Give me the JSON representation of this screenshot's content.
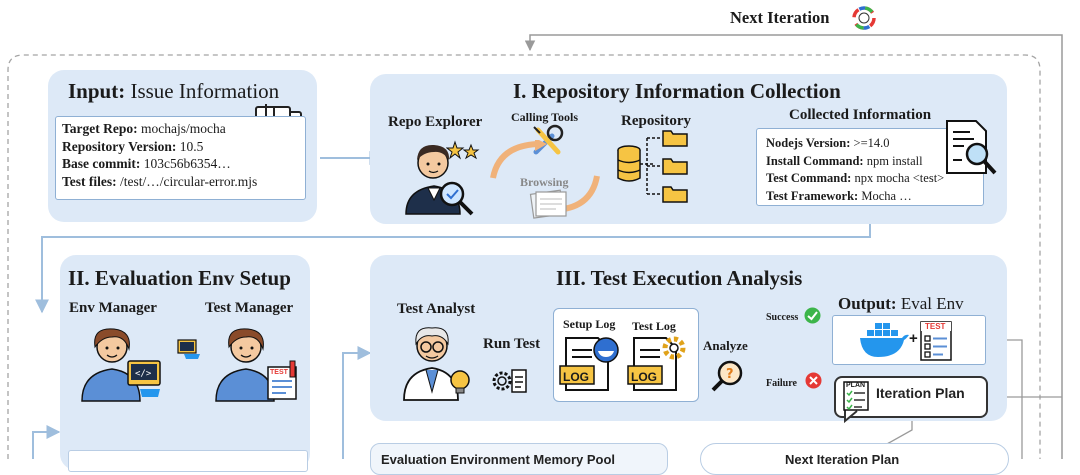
{
  "next_iteration": "Next Iteration",
  "input": {
    "title_bold": "Input:",
    "title_rest": "Issue Information",
    "rows": [
      {
        "key": "Target Repo:",
        "val": "mochajs/mocha"
      },
      {
        "key": "Repository Version:",
        "val": "10.5"
      },
      {
        "key": "Base commit:",
        "val": "103c56b6354…"
      },
      {
        "key": "Test files:",
        "val": "/test/…/circular-error.mjs"
      }
    ]
  },
  "stage1": {
    "title": "I. Repository Information Collection",
    "repo_explorer": "Repo Explorer",
    "calling_tools": "Calling Tools",
    "browsing": "Browsing",
    "repository": "Repository",
    "collected_title": "Collected Information",
    "collected_rows": [
      {
        "key": "Nodejs Version:",
        "val": ">=14.0"
      },
      {
        "key": "Install Command:",
        "val": "npm install"
      },
      {
        "key": "Test Command:",
        "val": "npx mocha <test>"
      },
      {
        "key": "Test Framework:",
        "val": "Mocha …"
      }
    ]
  },
  "stage2": {
    "title": "II. Evaluation Env Setup",
    "env_manager": "Env Manager",
    "test_manager": "Test Manager",
    "test_tag": "TEST"
  },
  "stage3": {
    "title": "III. Test Execution Analysis",
    "test_analyst": "Test Analyst",
    "run_test": "Run Test",
    "setup_log": "Setup Log",
    "test_log": "Test Log",
    "log_tag": "LOG",
    "analyze": "Analyze",
    "success": "Success",
    "failure": "Failure",
    "output_bold": "Output:",
    "output_rest": "Eval Env",
    "test_tag": "TEST",
    "plan_tag": "PLAN",
    "iteration_plan": "Iteration Plan"
  },
  "bottom": {
    "pool_partial": "Evaluation Environment Memory Pool",
    "plan_partial": "Next Iteration Plan"
  },
  "colors": {
    "panel": "#dde9f7",
    "arrow": "#9fbedd",
    "folder": "#f6c443",
    "success": "#3cb54a",
    "failure": "#e53935"
  }
}
